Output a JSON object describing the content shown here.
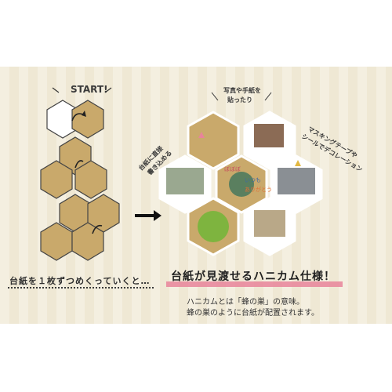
{
  "start_label": "START!",
  "steps_caption": "台紙を１枚ずつめくっていくと…",
  "headline": "台紙が見渡せるハニカム仕様！",
  "description": [
    "ハニカムとは「蜂の巣」の意味。",
    "蜂の巣のように台紙が配置されます。"
  ],
  "callouts": {
    "write": [
      "台紙に直接",
      "書き込める"
    ],
    "photos": [
      "写真や手紙を",
      "貼ったり"
    ],
    "decorate": [
      "マスキングテープや",
      "シールでデコレーション"
    ]
  },
  "colors": {
    "kraft": "#c9a96b",
    "pink": "#e8849a",
    "navy": "#1f2a44"
  }
}
